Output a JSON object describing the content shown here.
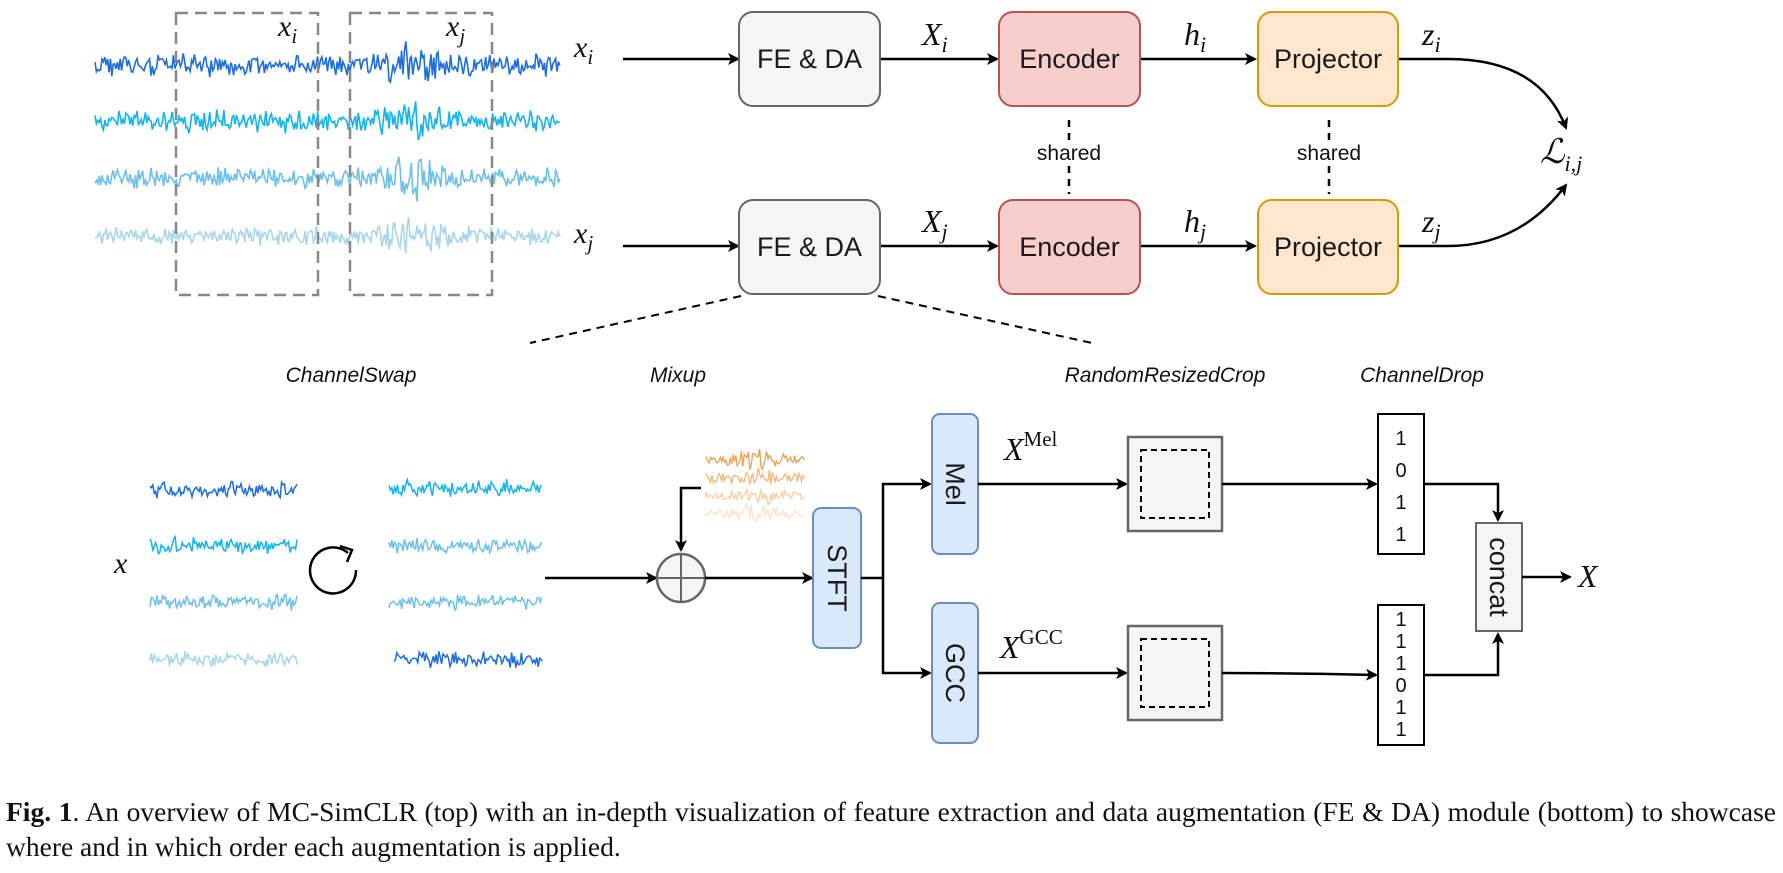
{
  "colors": {
    "fe_fill": "#f5f5f5",
    "fe_stroke": "#666666",
    "enc_fill": "#f8cecc",
    "enc_stroke": "#b85450",
    "proj_fill": "#ffe6cc",
    "proj_stroke": "#d79b00",
    "blue_fill": "#dae8fc",
    "blue_stroke": "#6c8ebf",
    "wave1": "#1e6ee0",
    "wave2": "#14b4f0",
    "wave3": "#6ec0ec",
    "wave4": "#a8d6ea",
    "mix1": "#f0a050",
    "mix2": "#f4b878",
    "mix3": "#f8d0a8",
    "mix4": "#fbe4cc"
  },
  "top": {
    "input_i": {
      "base": "x",
      "sub": "i"
    },
    "input_j": {
      "base": "x",
      "sub": "j"
    },
    "crop_label_i": {
      "base": "x",
      "sub": "i"
    },
    "crop_label_j": {
      "base": "x",
      "sub": "j"
    },
    "fe_da_label": "FE & DA",
    "encoder_label": "Encoder",
    "projector_label": "Projector",
    "shared_label": "shared",
    "X_i": {
      "base": "X",
      "sub": "i"
    },
    "X_j": {
      "base": "X",
      "sub": "j"
    },
    "h_i": {
      "base": "h",
      "sub": "i"
    },
    "h_j": {
      "base": "h",
      "sub": "j"
    },
    "z_i": {
      "base": "z",
      "sub": "i"
    },
    "z_j": {
      "base": "z",
      "sub": "j"
    },
    "loss": {
      "base": "ℒ",
      "sub": "i,j"
    }
  },
  "augmentations": {
    "channel_swap": "ChannelSwap",
    "mixup": "Mixup",
    "random_resized_crop": "RandomResizedCrop",
    "channel_drop": "ChannelDrop"
  },
  "bottom": {
    "input_x": "x",
    "stft_label": "STFT",
    "mel_label": "Mel",
    "gcc_label": "GCC",
    "x_mel": {
      "base": "X",
      "sup": "Mel"
    },
    "x_gcc": {
      "base": "X",
      "sup": "GCC"
    },
    "concat_label": "concat",
    "output_x": "X",
    "mask_mel": [
      "1",
      "0",
      "1",
      "1"
    ],
    "mask_gcc": [
      "1",
      "1",
      "1",
      "0",
      "1",
      "1"
    ]
  },
  "caption": {
    "fig_label": "Fig. 1",
    "text": ". An overview of MC-SimCLR (top) with an in-depth visualization of feature extraction and data augmentation (FE & DA) module (bottom) to showcase where and in which order each augmentation is applied."
  }
}
